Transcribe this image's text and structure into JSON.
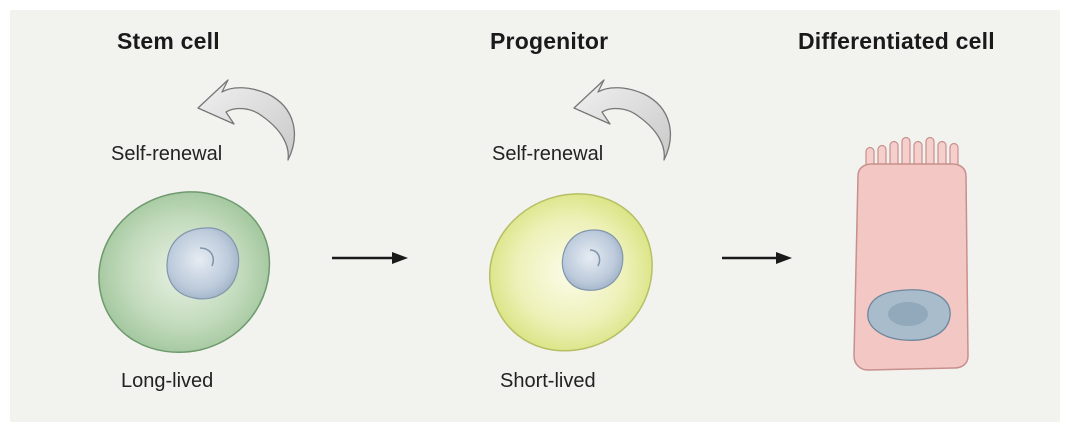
{
  "stages": [
    {
      "title": "Stem cell",
      "renewal": "Self-renewal",
      "lifespan": "Long-lived"
    },
    {
      "title": "Progenitor",
      "renewal": "Self-renewal",
      "lifespan": "Short-lived"
    },
    {
      "title": "Differentiated cell"
    }
  ],
  "colors": {
    "background": "#f2f2ef",
    "stem_cell": "#b7d3b0",
    "progenitor": "#e6eba2",
    "differentiated_cell": "#f2c7c4",
    "nucleus": "#b9c7d6",
    "arrow": "#1a1a1a",
    "renewal_arrow": "#dcdcdc"
  }
}
